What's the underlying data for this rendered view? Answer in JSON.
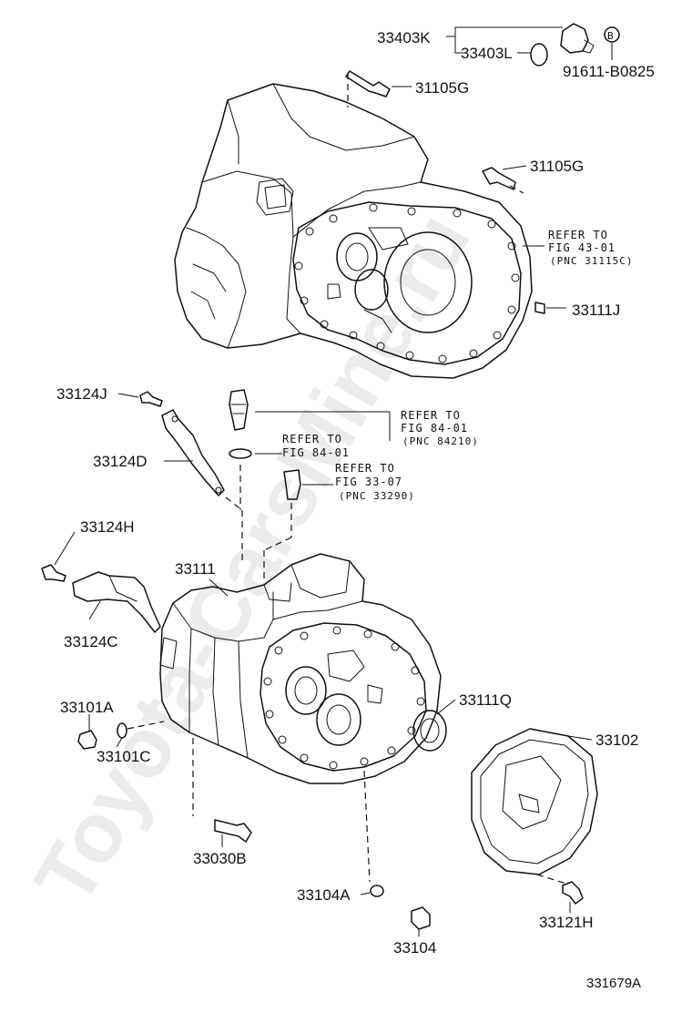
{
  "watermark": "Toyota-CarsMine.ru",
  "illustration_code": "331679A",
  "labels": {
    "p33403K": "33403K",
    "p33403L": "33403L",
    "circle_b": "B",
    "p91611": "91611-B0825",
    "p31105G_top": "31105G",
    "p31105G_mid": "31105G",
    "refer_43_l1": "REFER TO",
    "refer_43_l2": "FIG 43-01",
    "refer_43_l3": "(PNC 31115C)",
    "p33111J": "33111J",
    "p33124J": "33124J",
    "p33124D": "33124D",
    "refer_84a_l1": "REFER TO",
    "refer_84a_l2": "FIG 84-01",
    "refer_84a_l3": "(PNC 84210)",
    "refer_84b_l1": "REFER TO",
    "refer_84b_l2": "FIG 84-01",
    "refer_33_l1": "REFER TO",
    "refer_33_l2": "FIG 33-07",
    "refer_33_l3": "(PNC 33290)",
    "p33124H": "33124H",
    "p33111": "33111",
    "p33124C": "33124C",
    "p33101A": "33101A",
    "p33101C": "33101C",
    "p33111Q": "33111Q",
    "p33102": "33102",
    "p33030B": "33030B",
    "p33104A": "33104A",
    "p33121H": "33121H",
    "p33104": "33104"
  }
}
